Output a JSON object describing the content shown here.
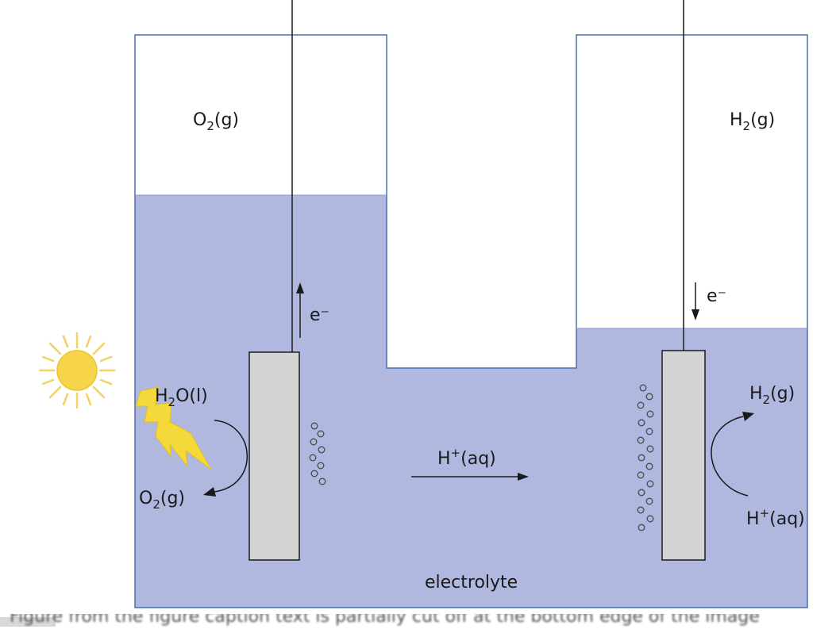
{
  "labels": {
    "o2_gas_left": "O",
    "o2_gas_left_sub": "2",
    "o2_gas_left_tail": "(g)",
    "h2_gas_right": "H",
    "h2_gas_right_sub": "2",
    "h2_gas_right_tail": "(g)",
    "electron_left": "e⁻",
    "electron_right": "e⁻",
    "water_in": "H",
    "water_in_sub": "2",
    "water_in_tail": "O(l)",
    "o2_out": "O",
    "o2_out_sub": "2",
    "o2_out_tail": "(g)",
    "proton_transfer": "H",
    "proton_transfer_sup": "+",
    "proton_transfer_tail": "(aq)",
    "h2_out": "H",
    "h2_out_sub": "2",
    "h2_out_tail": "(g)",
    "proton_in": "H",
    "proton_in_sup": "+",
    "proton_in_tail": "(aq)",
    "electrolyte": "electrolyte"
  },
  "caption": {
    "text": "Figure from the figure caption text is partially cut off at the bottom edge of the image"
  },
  "colors": {
    "electrolyte": "#b0b8e0",
    "outline": "#4a6fb0",
    "electrode": "#d4d4d4",
    "sun": "#f7d54a",
    "sun_rays": "#f2d266",
    "lightning": "#f5d93a"
  },
  "icons": {
    "sun": "sun-icon",
    "lightning": "lightning-bolt-icon"
  }
}
